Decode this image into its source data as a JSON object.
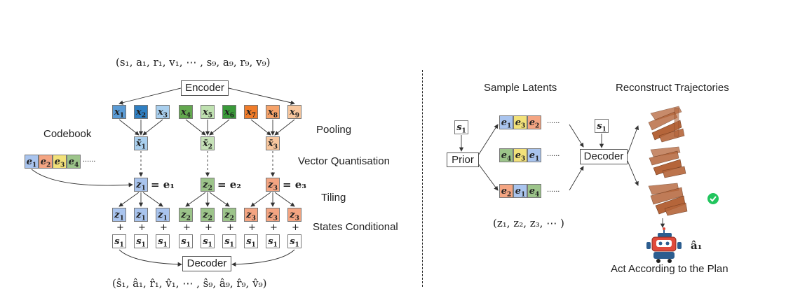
{
  "left": {
    "input_seq": "(s₁, a₁, r₁, v₁, ⋯ , s₉, a₉, r₉, v₉)",
    "encoder": "Encoder",
    "x_tokens": [
      {
        "label": "x",
        "sub": "1",
        "color": "#5b9bd5"
      },
      {
        "label": "x",
        "sub": "2",
        "color": "#2f7fc2"
      },
      {
        "label": "x",
        "sub": "3",
        "color": "#a9cfee"
      },
      {
        "label": "x",
        "sub": "4",
        "color": "#63a84f"
      },
      {
        "label": "x",
        "sub": "5",
        "color": "#bfe1b0"
      },
      {
        "label": "x",
        "sub": "6",
        "color": "#3a9a3a"
      },
      {
        "label": "x",
        "sub": "7",
        "color": "#f07c2a"
      },
      {
        "label": "x",
        "sub": "8",
        "color": "#f6a36a"
      },
      {
        "label": "x",
        "sub": "9",
        "color": "#f8c79e"
      }
    ],
    "pooling": "Pooling",
    "codebook": "Codebook",
    "xbar": [
      {
        "label": "x̄",
        "sub": "1",
        "color": "#a9cfee"
      },
      {
        "label": "x̄",
        "sub": "2",
        "color": "#c6e2b8"
      },
      {
        "label": "x̄",
        "sub": "3",
        "color": "#f8c79e"
      }
    ],
    "vq": "Vector Quantisation",
    "codebook_tokens": [
      {
        "label": "e",
        "sub": "1",
        "color": "#a9c4ee"
      },
      {
        "label": "e",
        "sub": "2",
        "color": "#f4a582"
      },
      {
        "label": "e",
        "sub": "3",
        "color": "#f2e179"
      },
      {
        "label": "e",
        "sub": "4",
        "color": "#9cc48a"
      }
    ],
    "ellipsis": "......",
    "z_eq": [
      {
        "z": "z",
        "sub": "1",
        "e": "= e₁",
        "color": "#a9c4ee"
      },
      {
        "z": "z",
        "sub": "2",
        "e": "= e₂",
        "color": "#9cc48a"
      },
      {
        "z": "z",
        "sub": "3",
        "e": "= e₃",
        "color": "#f4a582"
      }
    ],
    "tiling": "Tiling",
    "states_conditional": "States Conditional",
    "tiled": [
      {
        "label": "z",
        "sub": "1",
        "color": "#a9c4ee"
      },
      {
        "label": "z",
        "sub": "1",
        "color": "#a9c4ee"
      },
      {
        "label": "z",
        "sub": "1",
        "color": "#a9c4ee"
      },
      {
        "label": "z",
        "sub": "2",
        "color": "#9cc48a"
      },
      {
        "label": "z",
        "sub": "2",
        "color": "#9cc48a"
      },
      {
        "label": "z",
        "sub": "2",
        "color": "#9cc48a"
      },
      {
        "label": "z",
        "sub": "3",
        "color": "#f4a582"
      },
      {
        "label": "z",
        "sub": "3",
        "color": "#f4a582"
      },
      {
        "label": "z",
        "sub": "3",
        "color": "#f4a582"
      }
    ],
    "plus": "+",
    "state_token": {
      "label": "s",
      "sub": "1"
    },
    "decoder": "Decoder",
    "output_seq": "(ŝ₁, â₁, r̂₁, v̂₁, ⋯ , ŝ₉, â₉, r̂₉, v̂₉)"
  },
  "right": {
    "sample_latents": "Sample Latents",
    "reconstruct": "Reconstruct Trajectories",
    "state_token": {
      "label": "s",
      "sub": "1"
    },
    "prior": "Prior",
    "decoder": "Decoder",
    "sequences": [
      [
        {
          "label": "e",
          "sub": "1",
          "color": "#a9c4ee"
        },
        {
          "label": "e",
          "sub": "3",
          "color": "#f2e179"
        },
        {
          "label": "e",
          "sub": "2",
          "color": "#f4a582"
        }
      ],
      [
        {
          "label": "e",
          "sub": "4",
          "color": "#9cc48a"
        },
        {
          "label": "e",
          "sub": "3",
          "color": "#f2e179"
        },
        {
          "label": "e",
          "sub": "1",
          "color": "#a9c4ee"
        }
      ],
      [
        {
          "label": "e",
          "sub": "2",
          "color": "#f4a582"
        },
        {
          "label": "e",
          "sub": "1",
          "color": "#a9c4ee"
        },
        {
          "label": "e",
          "sub": "4",
          "color": "#9cc48a"
        }
      ]
    ],
    "ellipsis": "......",
    "latent_seq": "(z₁, z₂, z₃, ⋯ )",
    "action": "â₁",
    "act": "Act According to the Plan"
  },
  "colors": {
    "check": "#22c55e",
    "robot_red": "#e04a3b",
    "robot_blue": "#2c5d8f",
    "traj": "#b5653a"
  }
}
